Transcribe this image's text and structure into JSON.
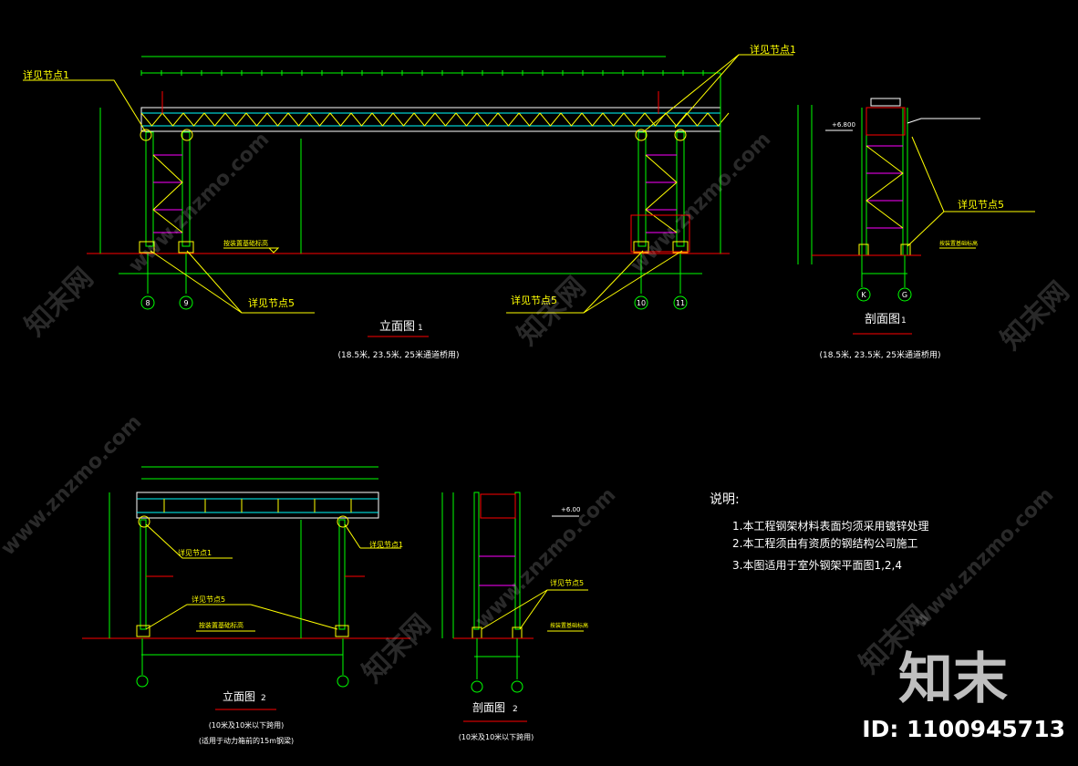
{
  "drawing": {
    "detail_1": "详见节点1",
    "detail_5": "详见节点5",
    "ground_label": "按装置基础标高",
    "elev_1": "+6.800",
    "elev_2": "+6.00",
    "views": {
      "elevation_1": {
        "title": "立面图",
        "num": "1",
        "sub": "(18.5米, 23.5米, 25米通道桥用)"
      },
      "section_1": {
        "title": "剖面图",
        "num": "1",
        "sub": "(18.5米, 23.5米, 25米通道桥用)"
      },
      "elevation_2": {
        "title": "立面图",
        "num": "2",
        "sub1": "(10米及10米以下跨用)",
        "sub2": "(适用于动力箱前的15m钢梁)"
      },
      "section_2": {
        "title": "剖面图",
        "num": "2",
        "sub": "(10米及10米以下跨用)"
      }
    },
    "axes": {
      "e1": [
        "8",
        "9",
        "10",
        "11"
      ],
      "s1": [
        "K",
        "G"
      ],
      "e2": [
        "",
        ""
      ],
      "s2": [
        "",
        ""
      ]
    },
    "notes": {
      "heading": "说明:",
      "items": [
        "1.本工程钢架材料表面均须采用镀锌处理",
        "2.本工程须由有资质的钢结构公司施工",
        "3.本图适用于室外钢架平面图1,2,4"
      ]
    },
    "colors": {
      "line": "#00ff00",
      "yellow": "#ffff00",
      "magenta": "#ff00ff",
      "red": "#ff0000",
      "cyan": "#00ffff"
    }
  },
  "watermark": {
    "brand_cn": "知末",
    "site_cn": "知末网",
    "site_en": "www.znzmo.com",
    "id": "ID: 1100945713"
  }
}
